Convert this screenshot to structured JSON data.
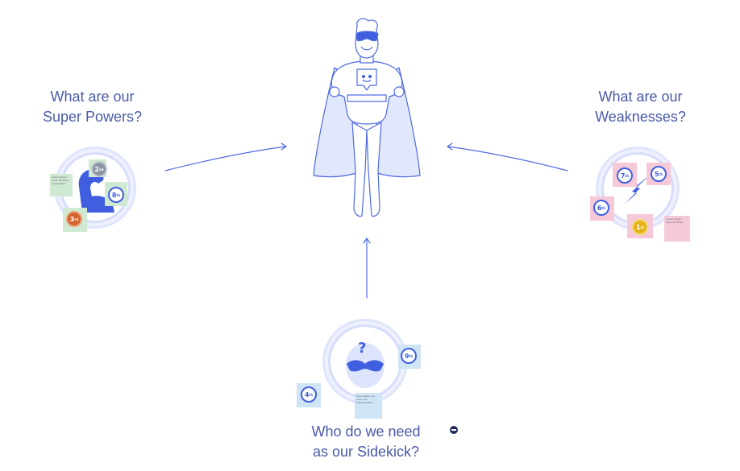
{
  "questions": {
    "super_powers": "What are our\nSuper Powers?",
    "weaknesses": "What are our\nWeaknesses?",
    "sidekick": "Who do we need\nas our Sidekick?"
  },
  "badges": {
    "b2": "2",
    "b8": "8",
    "b3": "3",
    "b7": "7",
    "b5": "5",
    "b6": "6",
    "b1": "1",
    "b9": "9",
    "b4": "4",
    "suffix_nd": "nd",
    "suffix_th": "th",
    "suffix_rd": "rd",
    "suffix_st": "st"
  },
  "colors": {
    "accent": "#3f5fe0",
    "text": "#4a5aa8",
    "note_green": "#cfe9d2",
    "note_pink": "#f6c9d8",
    "note_blue": "#cfe4f5"
  }
}
